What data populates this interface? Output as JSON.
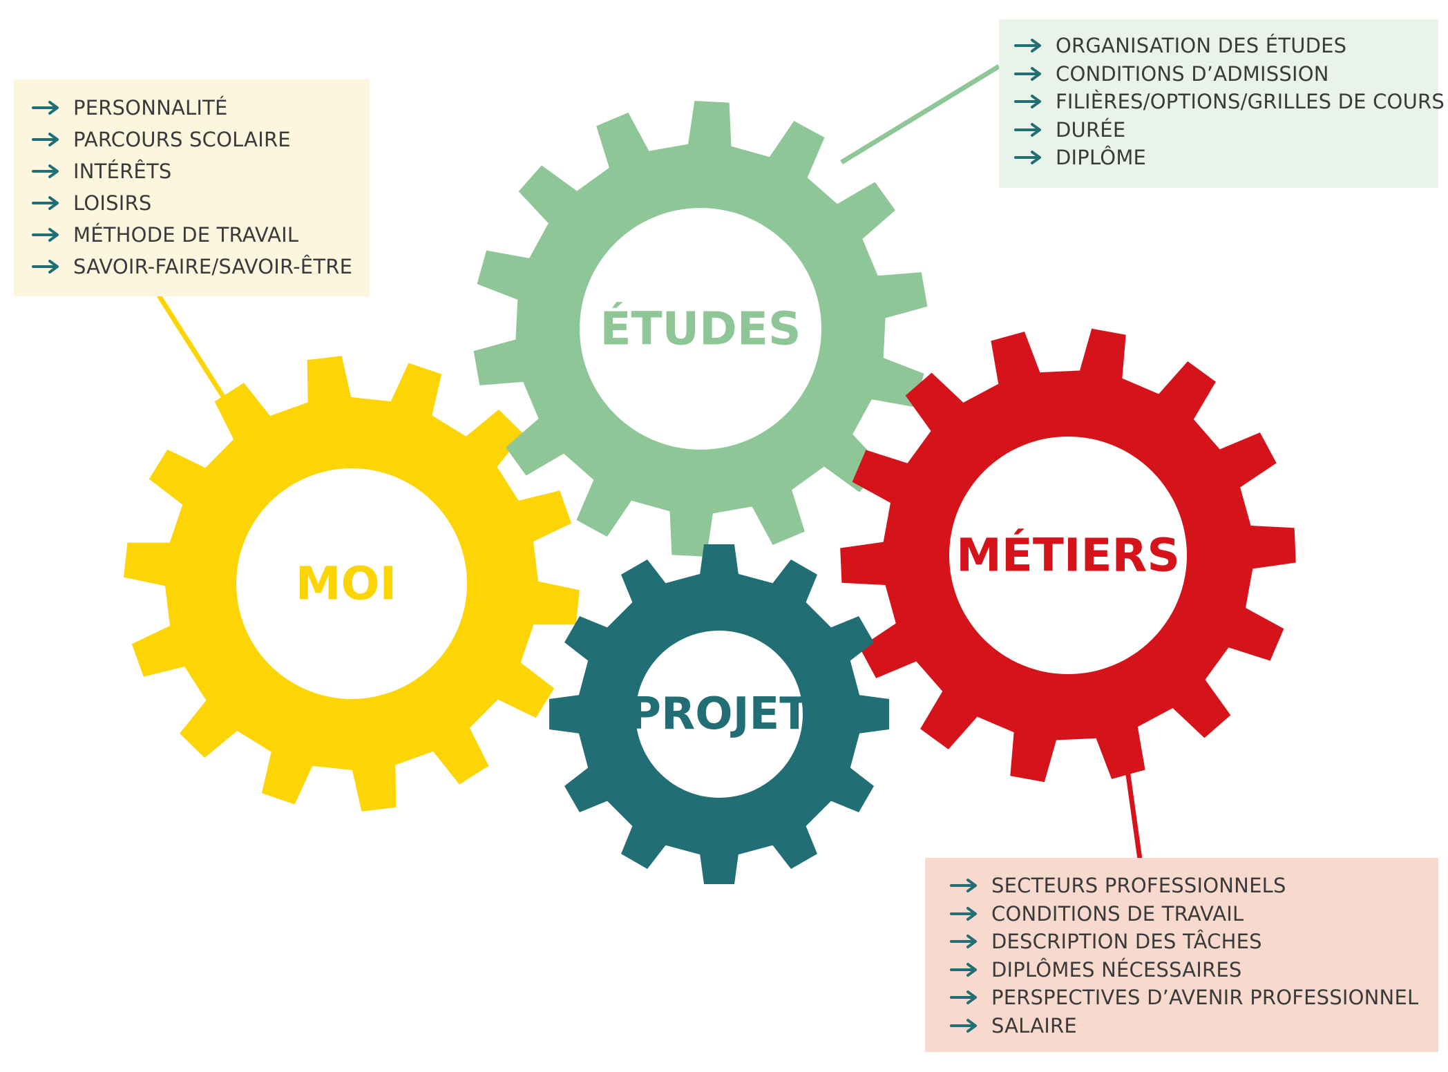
{
  "colors": {
    "moi": "#FDD404",
    "etudes": "#8FC697",
    "metiers": "#D5131B",
    "projet": "#216E74",
    "box_moi_bg": "#FCF6DF",
    "box_etudes_bg": "#E9F3EA",
    "box_metiers_bg": "#F7D9CD",
    "arrow": "#216E74",
    "text": "#3a3a3a"
  },
  "gears": {
    "moi": {
      "label": "MOI"
    },
    "etudes": {
      "label": "ÉTUDES"
    },
    "metiers": {
      "label": "MÉTIERS"
    },
    "projet": {
      "label": "PROJET"
    }
  },
  "boxes": {
    "moi": {
      "items": [
        "PERSONNALITÉ",
        "PARCOURS SCOLAIRE",
        "INTÉRÊTS",
        "LOISIRS",
        "MÉTHODE DE TRAVAIL",
        "SAVOIR-FAIRE/SAVOIR-ÊTRE"
      ]
    },
    "etudes": {
      "items": [
        "ORGANISATION DES ÉTUDES",
        "CONDITIONS D’ADMISSION",
        "FILIÈRES/OPTIONS/GRILLES DE COURS",
        "DURÉE",
        "DIPLÔME"
      ]
    },
    "metiers": {
      "items": [
        "SECTEURS PROFESSIONNELS",
        "CONDITIONS DE TRAVAIL",
        "DESCRIPTION DES TÂCHES",
        "DIPLÔMES NÉCESSAIRES",
        "PERSPECTIVES D’AVENIR PROFESSIONNEL",
        "SALAIRE"
      ]
    }
  },
  "icons": {
    "list_bullet": "arrow-right-icon"
  }
}
